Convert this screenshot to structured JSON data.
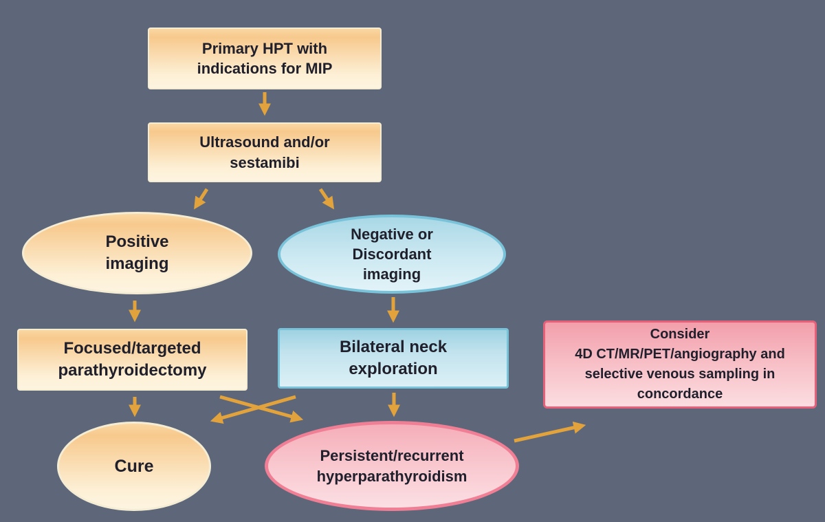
{
  "diagram": {
    "title": "Parathyroid imaging and surgery decision flowchart",
    "nodes": {
      "primary": {
        "label": "Primary HPT with\nindications for MIP",
        "shape": "box",
        "color_family": "orange"
      },
      "ultrasound": {
        "label": "Ultrasound and/or\nsestamibi",
        "shape": "box",
        "color_family": "orange"
      },
      "positive": {
        "label": "Positive\nimaging",
        "shape": "ellipse",
        "color_family": "orange"
      },
      "negative": {
        "label": "Negative or\nDiscordant\nimaging",
        "shape": "ellipse",
        "color_family": "blue"
      },
      "focused": {
        "label": "Focused/targeted\nparathyroidectomy",
        "shape": "box",
        "color_family": "orange"
      },
      "bilateral": {
        "label": "Bilateral neck\nexploration",
        "shape": "box",
        "color_family": "blue"
      },
      "consider": {
        "label": "Consider\n4D CT/MR/PET/angiography and\nselective venous sampling in\nconcordance",
        "shape": "box",
        "color_family": "pink"
      },
      "cure": {
        "label": "Cure",
        "shape": "ellipse",
        "color_family": "orange"
      },
      "persistent": {
        "label": "Persistent/recurrent\nhyperparathyroidism",
        "shape": "ellipse",
        "color_family": "pink"
      }
    },
    "edges": [
      {
        "from": "primary",
        "to": "ultrasound"
      },
      {
        "from": "ultrasound",
        "to": "positive"
      },
      {
        "from": "ultrasound",
        "to": "negative"
      },
      {
        "from": "positive",
        "to": "focused"
      },
      {
        "from": "negative",
        "to": "bilateral"
      },
      {
        "from": "focused",
        "to": "cure"
      },
      {
        "from": "focused",
        "to": "persistent"
      },
      {
        "from": "bilateral",
        "to": "cure"
      },
      {
        "from": "bilateral",
        "to": "persistent"
      },
      {
        "from": "persistent",
        "to": "consider"
      }
    ],
    "colors": {
      "background": "#5e6779",
      "arrow": "#e2a33d",
      "text": "#20202c",
      "orange_fill_top": "#f7c98d",
      "orange_fill_bottom": "#fdf2dc",
      "orange_border": "#f5ecd4",
      "blue_fill_top": "#9fd2e2",
      "blue_fill_bottom": "#dcf0f6",
      "blue_border": "#79c3da",
      "pink_fill_top": "#f29fab",
      "pink_fill_bottom": "#fbdde0",
      "pink_box_border": "#e6607a",
      "pink_ellipse_border": "#f07f95"
    }
  }
}
